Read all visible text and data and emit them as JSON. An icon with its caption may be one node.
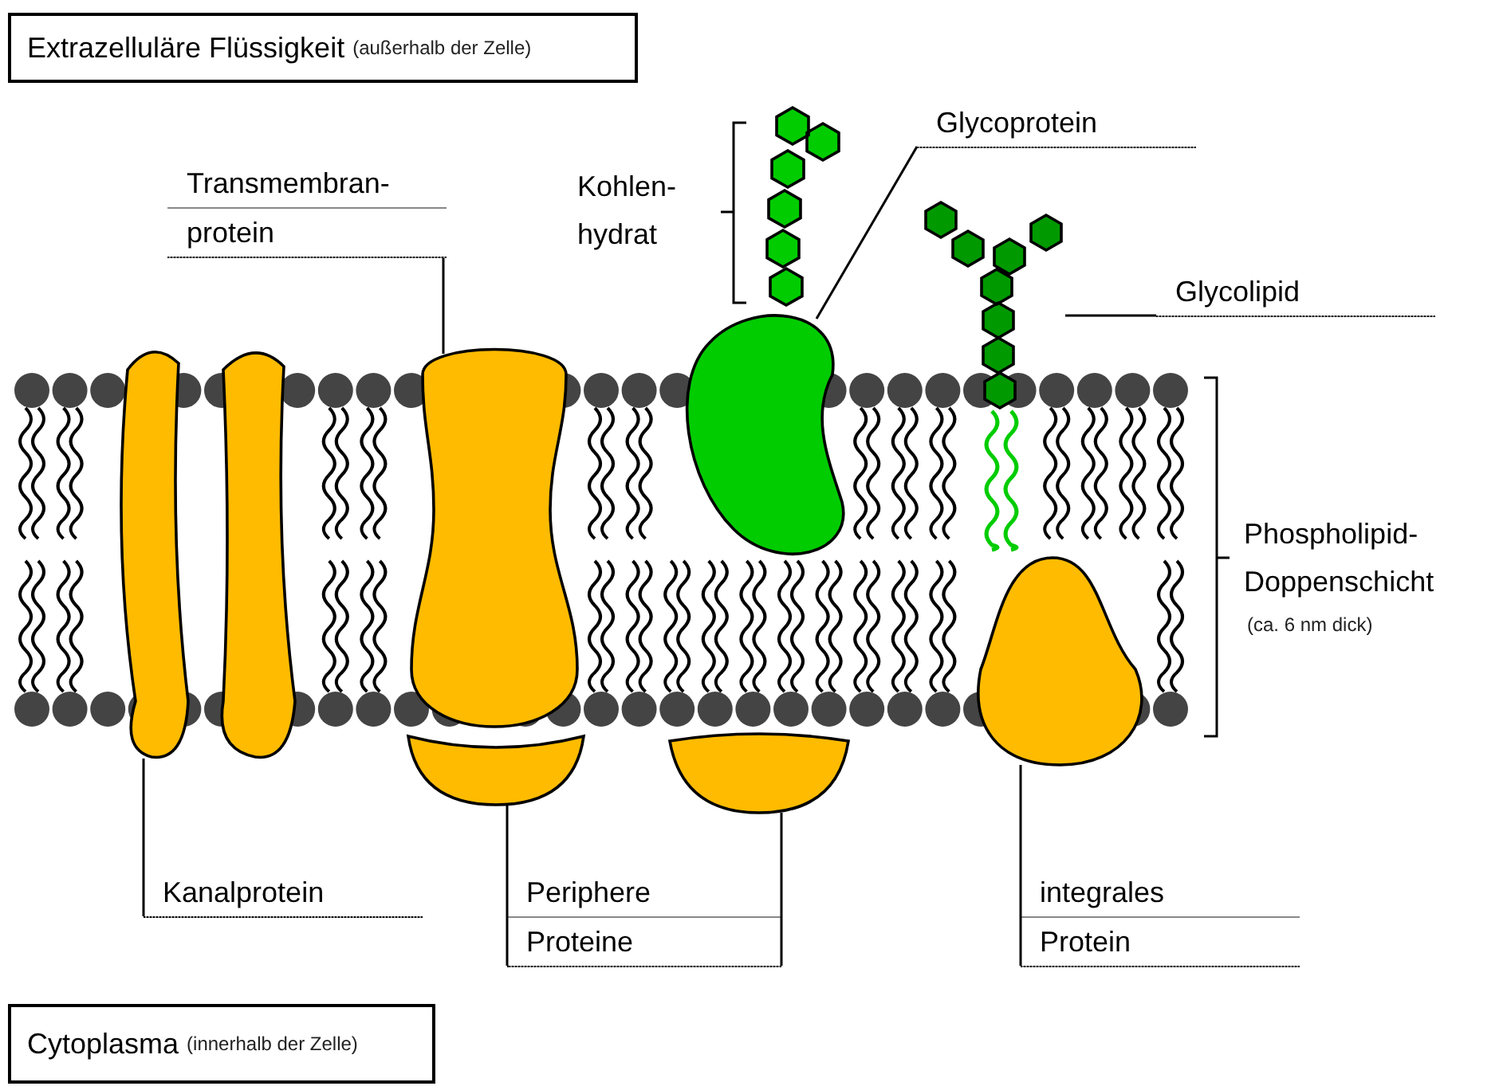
{
  "diagram": {
    "nodes": [
      {
        "text": [
          "Extrazelluläre Flüssigkeit",
          "(außerhalb der Zelle)"
        ]
      },
      {
        "text": [
          "Cytoplasma",
          "(innerhalb der Zelle)"
        ]
      },
      {
        "text": [
          "Transmembran- protein"
        ]
      },
      {
        "text": [],
        "shape": "picture"
      },
      {
        "text": [
          "Glycoprotein"
        ]
      },
      {
        "text": [],
        "shape": "picture"
      },
      {
        "text": [
          "Glycolipid"
        ]
      },
      {
        "text": [],
        "shape": "picture"
      },
      {
        "text": [],
        "shape": "picture"
      },
      {
        "text": [
          "Kanalprotein"
        ]
      },
      {
        "text": [],
        "shape": "picture"
      },
      {
        "text": [],
        "shape": "picture"
      },
      {
        "text": [
          "Periphere Proteine"
        ]
      },
      {
        "text": [],
        "shape": "picture"
      },
      {
        "text": [
          "integrales Protein"
        ]
      }
    ],
    "edges": [
      {
        "from": 2,
        "to": 3,
        "arrow": "none"
      },
      {
        "from": 4,
        "to": 5,
        "arrow": "none"
      },
      {
        "from": 6,
        "to": 7,
        "arrow": "none"
      },
      {
        "from": 9,
        "to": 8,
        "arrow": "none"
      },
      {
        "from": 12,
        "to": 10,
        "arrow": "none"
      },
      {
        "from": 12,
        "to": 11,
        "arrow": "none"
      },
      {
        "from": 14,
        "to": 13,
        "arrow": "none"
      }
    ],
    "labels": [
      "Kohlen- hydrat",
      "Phospholipid- Doppenschicht",
      "(ca. 6 nm dick)"
    ]
  }
}
